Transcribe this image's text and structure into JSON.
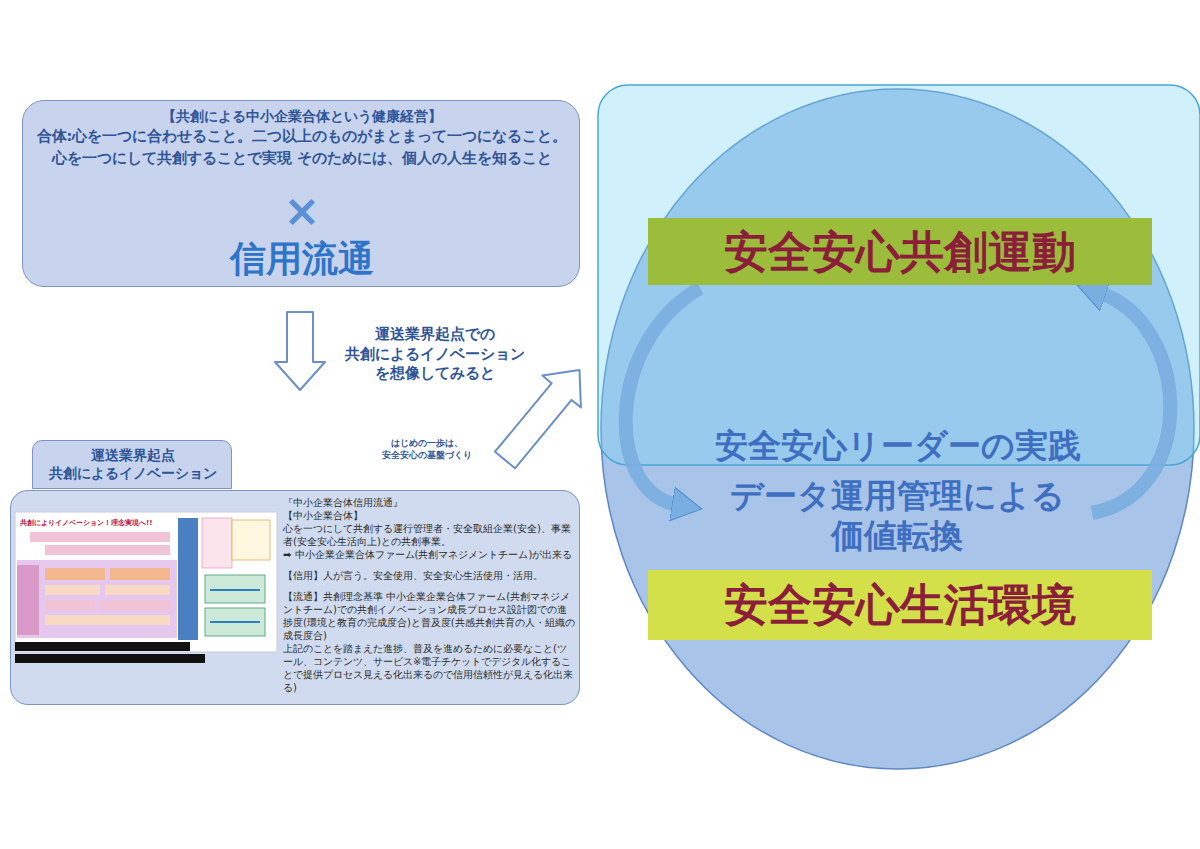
{
  "diagram": {
    "nodes": [
      {
        "text": [
          "【共創による中小企業合体という健康経営】",
          "合体:心を一つに合わせること。二つ以上のものがまとまって一つになること。",
          "心を一つにして共創することで実現 そのためには、個人の人生を知ること",
          "×",
          "信用流通"
        ]
      },
      {
        "text": [
          "運送業界起点 共創によるイノベーション"
        ]
      },
      {
        "text": [
          "『中小企業合体信用流通』",
          "【中小企業合体】",
          "心を一つにして共創する運行管理者・安全取組企業(安全)、事業者(安全安心生活向上)との共創事業。",
          "➡ 中小企業企業合体ファーム(共創マネジメントチーム)が出来る",
          "【信用】人が言う。安全使用、安全安心生活使用・活用。",
          "【流通】共創理念基準 中小企業企業合体ファーム(共創マネジメントチーム)での共創イノベーション成長プロセス設計図での進捗度(環境と教育の完成度合)と普及度(共感共創共育の人・組織の成長度合)",
          "上記のことを踏まえた進捗、普及を進めるために必要なこと(ツール、コンテンツ、サービス※電子チケットでデジタル化することで提供プロセス見える化出来るので信用信頼性が見える化出来る)"
        ]
      },
      {
        "text": [
          "安全安心リーダーの実践",
          "データ運用管理による 価値転換"
        ]
      },
      {
        "text": [
          "安全安心共創運動"
        ],
        "in": 3
      },
      {
        "text": [
          "安全安心生活環境"
        ],
        "in": 3
      }
    ],
    "edges": [
      {
        "from": 0,
        "to": 2,
        "arrow": "to"
      },
      {
        "from": 2,
        "to": 3,
        "arrow": "to"
      }
    ],
    "labels": [
      "運送業界起点での 共創によるイノベーション を想像してみると",
      "はじめの一歩は、 安全安心の基盤づくり",
      "共創によりイノベーション！理念実現へ!!"
    ]
  }
}
